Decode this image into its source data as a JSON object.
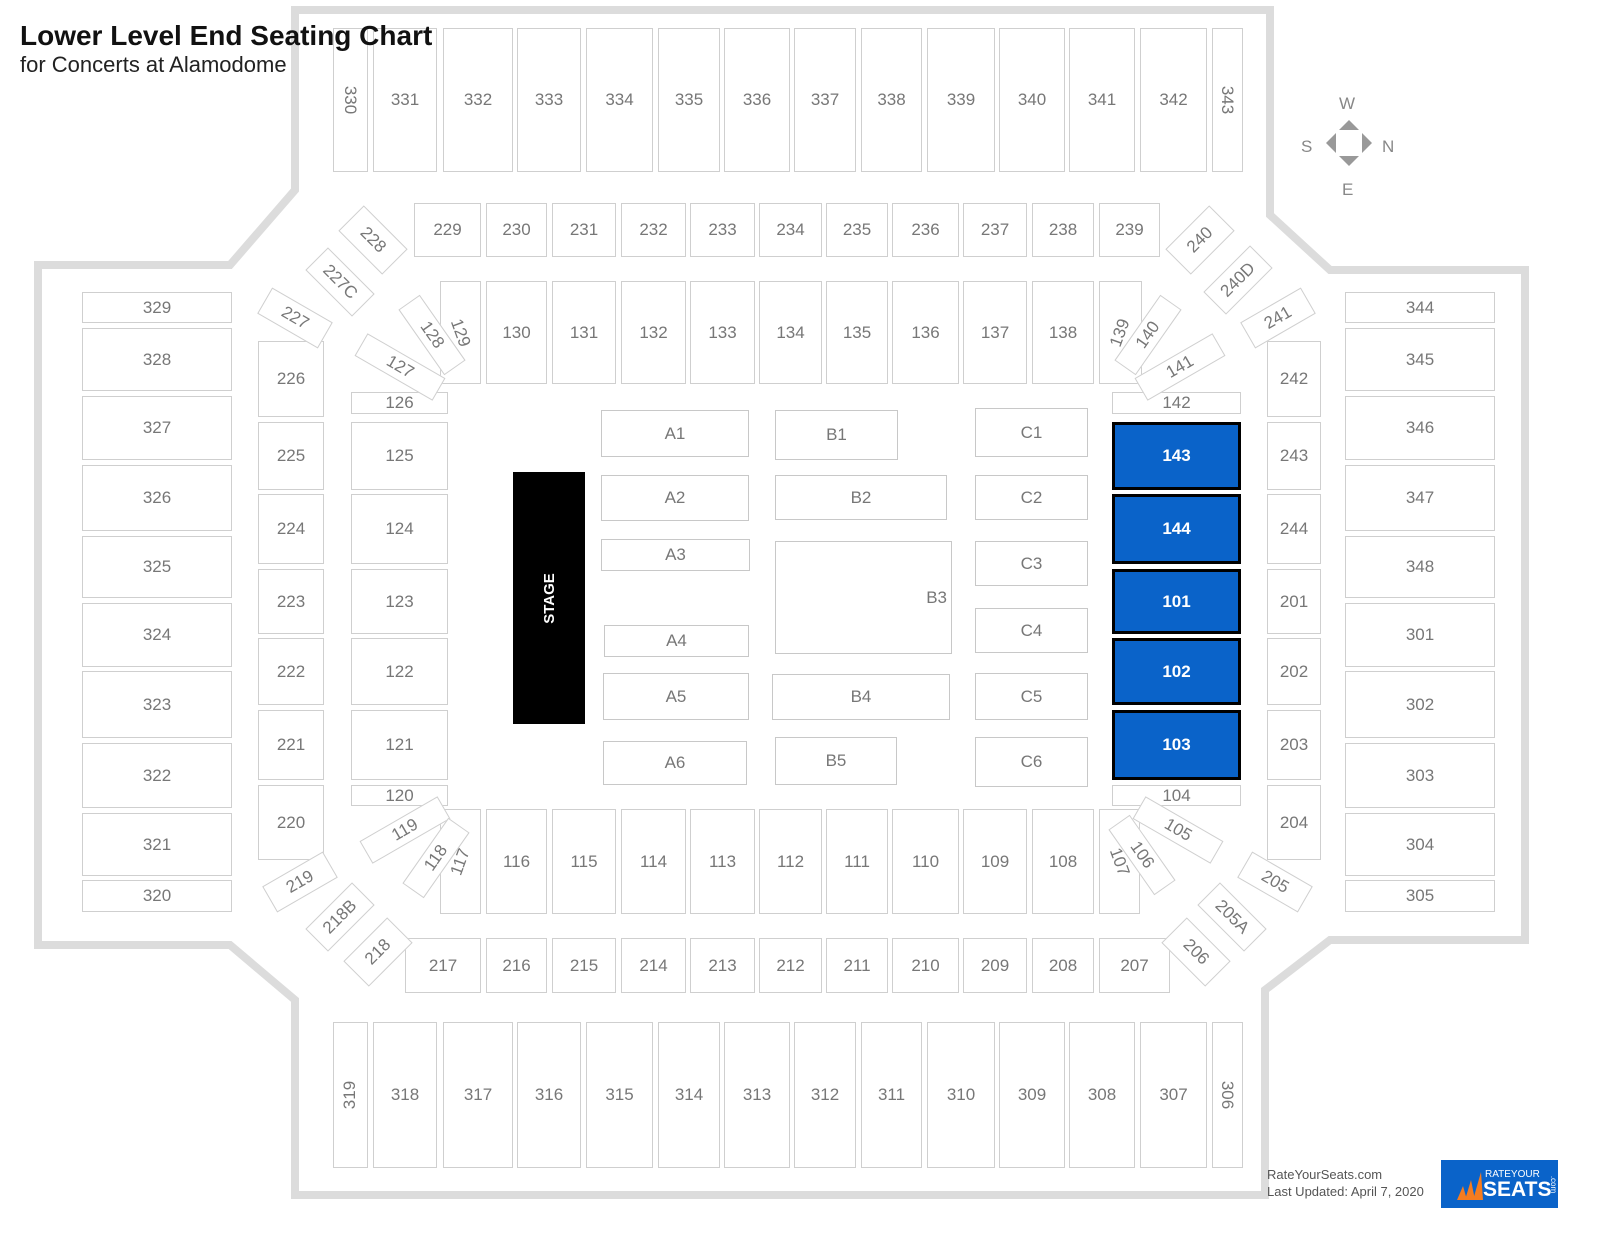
{
  "header": {
    "title": "Lower Level End Seating Chart",
    "subtitle": "for Concerts at Alamodome"
  },
  "stage_label": "STAGE",
  "compass": {
    "w": "W",
    "s": "S",
    "n": "N",
    "e": "E"
  },
  "footer": {
    "site": "RateYourSeats.com",
    "updated": "Last Updated: April 7, 2020",
    "logo_top": "RATEYOUR",
    "logo_main": "SEATS",
    "logo_suffix": ".com"
  },
  "colors": {
    "highlight": "#0a63c9",
    "outline": "#dcdcdc"
  },
  "sections": {
    "top300": [
      {
        "label": "330"
      },
      {
        "label": "331"
      },
      {
        "label": "332"
      },
      {
        "label": "333"
      },
      {
        "label": "334"
      },
      {
        "label": "335"
      },
      {
        "label": "336"
      },
      {
        "label": "337"
      },
      {
        "label": "338"
      },
      {
        "label": "339"
      },
      {
        "label": "340"
      },
      {
        "label": "341"
      },
      {
        "label": "342"
      },
      {
        "label": "343"
      }
    ],
    "bottom300": [
      {
        "label": "319"
      },
      {
        "label": "318"
      },
      {
        "label": "317"
      },
      {
        "label": "316"
      },
      {
        "label": "315"
      },
      {
        "label": "314"
      },
      {
        "label": "313"
      },
      {
        "label": "312"
      },
      {
        "label": "311"
      },
      {
        "label": "310"
      },
      {
        "label": "309"
      },
      {
        "label": "308"
      },
      {
        "label": "307"
      },
      {
        "label": "306"
      }
    ],
    "left300": [
      {
        "label": "329"
      },
      {
        "label": "328"
      },
      {
        "label": "327"
      },
      {
        "label": "326"
      },
      {
        "label": "325"
      },
      {
        "label": "324"
      },
      {
        "label": "323"
      },
      {
        "label": "322"
      },
      {
        "label": "321"
      },
      {
        "label": "320"
      }
    ],
    "right300": [
      {
        "label": "344"
      },
      {
        "label": "345"
      },
      {
        "label": "346"
      },
      {
        "label": "347"
      },
      {
        "label": "348"
      },
      {
        "label": "301"
      },
      {
        "label": "302"
      },
      {
        "label": "303"
      },
      {
        "label": "304"
      },
      {
        "label": "305"
      }
    ],
    "top200": [
      {
        "label": "229"
      },
      {
        "label": "230"
      },
      {
        "label": "231"
      },
      {
        "label": "232"
      },
      {
        "label": "233"
      },
      {
        "label": "234"
      },
      {
        "label": "235"
      },
      {
        "label": "236"
      },
      {
        "label": "237"
      },
      {
        "label": "238"
      },
      {
        "label": "239"
      }
    ],
    "bottom200": [
      {
        "label": "217"
      },
      {
        "label": "216"
      },
      {
        "label": "215"
      },
      {
        "label": "214"
      },
      {
        "label": "213"
      },
      {
        "label": "212"
      },
      {
        "label": "211"
      },
      {
        "label": "210"
      },
      {
        "label": "209"
      },
      {
        "label": "208"
      },
      {
        "label": "207"
      }
    ],
    "left200": [
      {
        "label": "226"
      },
      {
        "label": "225"
      },
      {
        "label": "224"
      },
      {
        "label": "223"
      },
      {
        "label": "222"
      },
      {
        "label": "221"
      },
      {
        "label": "220"
      }
    ],
    "right200": [
      {
        "label": "242"
      },
      {
        "label": "243"
      },
      {
        "label": "244"
      },
      {
        "label": "201"
      },
      {
        "label": "202"
      },
      {
        "label": "203"
      },
      {
        "label": "204"
      }
    ],
    "corner200": [
      {
        "label": "228"
      },
      {
        "label": "227C"
      },
      {
        "label": "227"
      },
      {
        "label": "240"
      },
      {
        "label": "240D"
      },
      {
        "label": "241"
      },
      {
        "label": "219"
      },
      {
        "label": "218B"
      },
      {
        "label": "218"
      },
      {
        "label": "205"
      },
      {
        "label": "205A"
      },
      {
        "label": "206"
      }
    ],
    "top100": [
      {
        "label": "129"
      },
      {
        "label": "130"
      },
      {
        "label": "131"
      },
      {
        "label": "132"
      },
      {
        "label": "133"
      },
      {
        "label": "134"
      },
      {
        "label": "135"
      },
      {
        "label": "136"
      },
      {
        "label": "137"
      },
      {
        "label": "138"
      },
      {
        "label": "139"
      }
    ],
    "bottom100": [
      {
        "label": "117"
      },
      {
        "label": "116"
      },
      {
        "label": "115"
      },
      {
        "label": "114"
      },
      {
        "label": "113"
      },
      {
        "label": "112"
      },
      {
        "label": "111"
      },
      {
        "label": "110"
      },
      {
        "label": "109"
      },
      {
        "label": "108"
      },
      {
        "label": "107"
      }
    ],
    "left100": [
      {
        "label": "126"
      },
      {
        "label": "125"
      },
      {
        "label": "124"
      },
      {
        "label": "123"
      },
      {
        "label": "122"
      },
      {
        "label": "121"
      },
      {
        "label": "120"
      }
    ],
    "right100": [
      {
        "label": "142",
        "highlighted": false
      },
      {
        "label": "143",
        "highlighted": true
      },
      {
        "label": "144",
        "highlighted": true
      },
      {
        "label": "101",
        "highlighted": true
      },
      {
        "label": "102",
        "highlighted": true
      },
      {
        "label": "103",
        "highlighted": true
      },
      {
        "label": "104",
        "highlighted": false
      }
    ],
    "corner100": [
      {
        "label": "127"
      },
      {
        "label": "128"
      },
      {
        "label": "140"
      },
      {
        "label": "141"
      },
      {
        "label": "119"
      },
      {
        "label": "118"
      },
      {
        "label": "106"
      },
      {
        "label": "105"
      }
    ],
    "floor": [
      {
        "label": "A1"
      },
      {
        "label": "A2"
      },
      {
        "label": "A3"
      },
      {
        "label": "A4"
      },
      {
        "label": "A5"
      },
      {
        "label": "A6"
      },
      {
        "label": "B1"
      },
      {
        "label": "B2"
      },
      {
        "label": "B3"
      },
      {
        "label": "B4"
      },
      {
        "label": "B5"
      },
      {
        "label": "C1"
      },
      {
        "label": "C2"
      },
      {
        "label": "C3"
      },
      {
        "label": "C4"
      },
      {
        "label": "C5"
      },
      {
        "label": "C6"
      }
    ]
  }
}
